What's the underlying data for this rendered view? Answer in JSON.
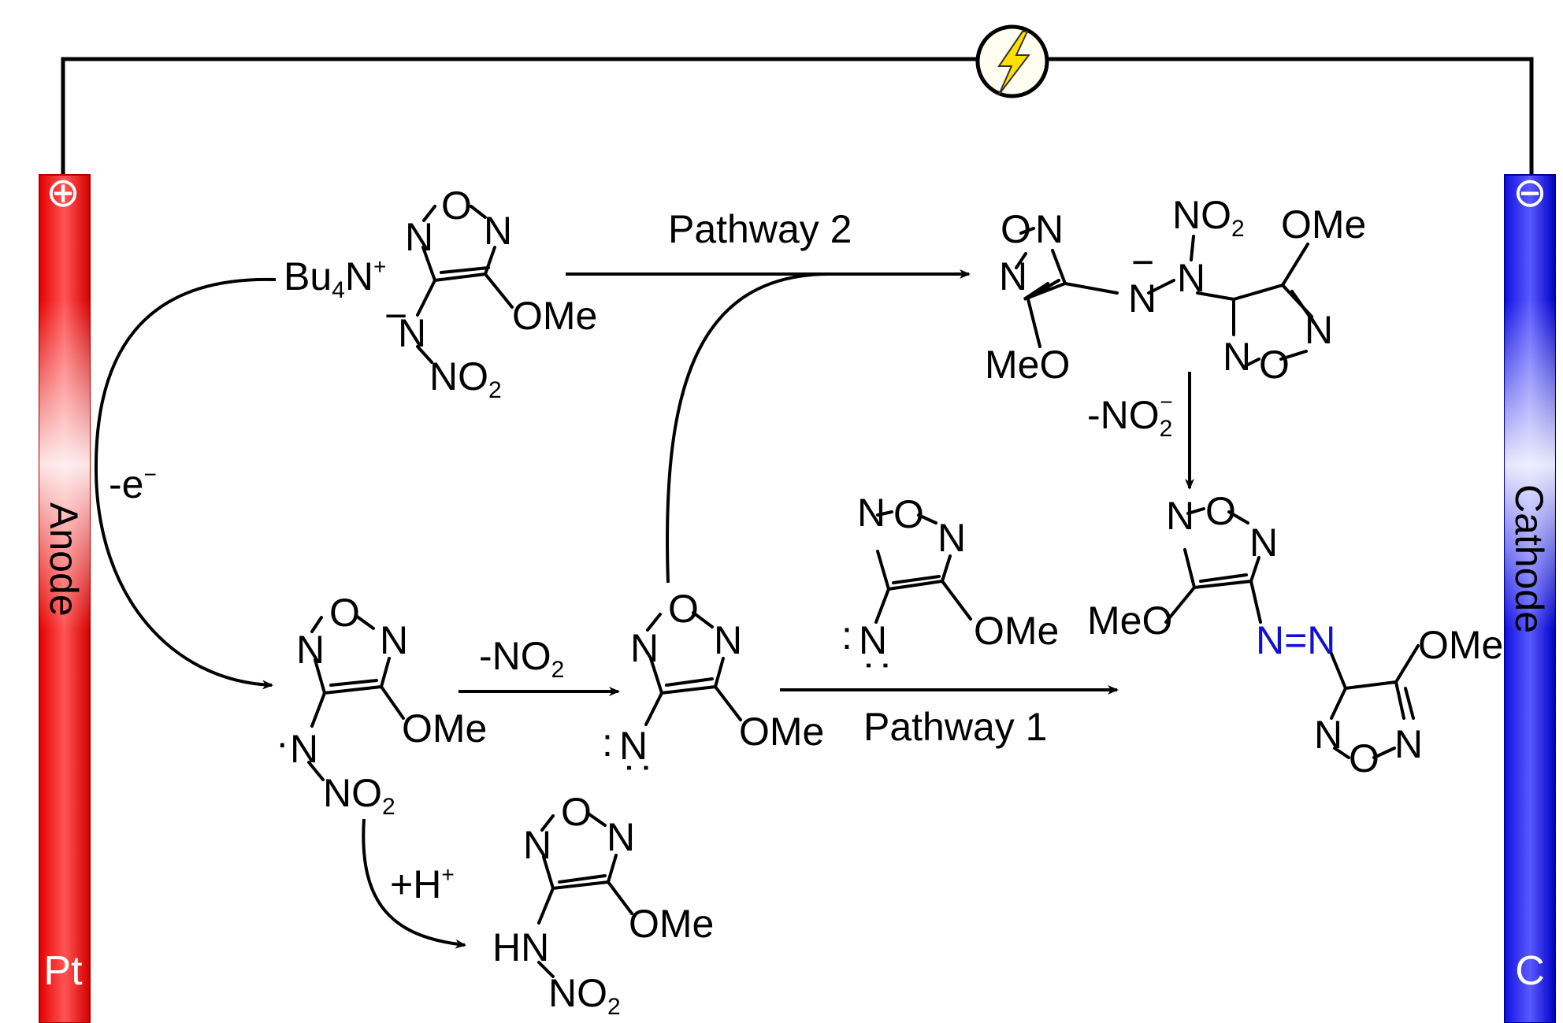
{
  "electrodes": {
    "anode": {
      "name": "Anode",
      "material": "Pt",
      "sign": "⊕",
      "color": "#ff0000"
    },
    "cathode": {
      "name": "Cathode",
      "material": "C",
      "sign": "⊖",
      "color": "#1a1aff"
    }
  },
  "power_source": {
    "icon": "lightning-bolt-icon",
    "color": "#ffd400"
  },
  "labels": {
    "pathway2": "Pathway 2",
    "pathway1": "Pathway 1",
    "minus_e": "-e",
    "minus_e_sup": "−",
    "minus_no2": "-NO",
    "minus_no2_sub": "2",
    "minus_no2_anion": "-NO",
    "minus_no2_anion_sub": "2",
    "minus_no2_anion_sup": "−",
    "plus_h": "+H",
    "plus_h_sup": "+"
  },
  "molecules": {
    "salt_cation": "Bu",
    "salt_cation_sub": "4",
    "salt_cation_n": "N",
    "salt_cation_sup": "+",
    "ring_N": "N",
    "ring_O": "O",
    "OMe": "OMe",
    "MeO": "MeO",
    "NO": "NO",
    "sub2": "2",
    "HN": "HN",
    "azo": "N=N",
    "anion_minus": "−",
    "radical_dot": "·",
    "lone_pair": ":"
  }
}
